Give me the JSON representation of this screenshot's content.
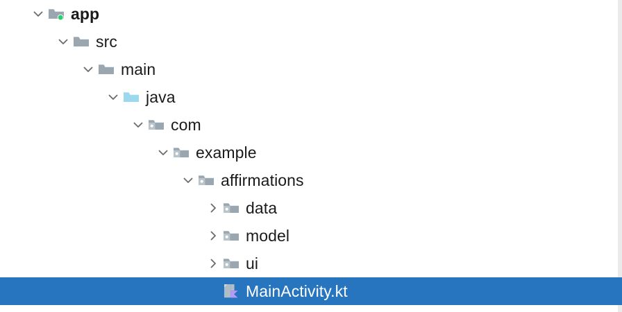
{
  "panel": {
    "name": "project-tree",
    "background_color": "#ffffff",
    "selection_color": "#2675be",
    "selection_text_color": "#ffffff",
    "text_color": "#1a1a1a",
    "chevron_color": "#6e6e6e",
    "folder_color": "#9aa7b0",
    "source_root_color": "#9cd8ee",
    "module_badge_color": "#2ecc71",
    "kotlin_icon_sheet_color": "#aebdc6",
    "kotlin_icon_accent_color": "#b999f7"
  },
  "rows": [
    {
      "label": "app",
      "depth": 0,
      "icon": "module-folder-icon",
      "expander": "chevron-down-icon",
      "expanded": true,
      "bold": true,
      "selected": false,
      "badge": "green-dot-badge"
    },
    {
      "label": "src",
      "depth": 1,
      "icon": "folder-icon",
      "expander": "chevron-down-icon",
      "expanded": true,
      "bold": false,
      "selected": false,
      "badge": ""
    },
    {
      "label": "main",
      "depth": 2,
      "icon": "folder-icon",
      "expander": "chevron-down-icon",
      "expanded": true,
      "bold": false,
      "selected": false,
      "badge": ""
    },
    {
      "label": "java",
      "depth": 3,
      "icon": "source-root-folder-icon",
      "expander": "chevron-down-icon",
      "expanded": true,
      "bold": false,
      "selected": false,
      "badge": ""
    },
    {
      "label": "com",
      "depth": 4,
      "icon": "package-folder-icon",
      "expander": "chevron-down-icon",
      "expanded": true,
      "bold": false,
      "selected": false,
      "badge": ""
    },
    {
      "label": "example",
      "depth": 5,
      "icon": "package-folder-icon",
      "expander": "chevron-down-icon",
      "expanded": true,
      "bold": false,
      "selected": false,
      "badge": ""
    },
    {
      "label": "affirmations",
      "depth": 6,
      "icon": "package-folder-icon",
      "expander": "chevron-down-icon",
      "expanded": true,
      "bold": false,
      "selected": false,
      "badge": ""
    },
    {
      "label": "data",
      "depth": 7,
      "icon": "package-folder-icon",
      "expander": "chevron-right-icon",
      "expanded": false,
      "bold": false,
      "selected": false,
      "badge": ""
    },
    {
      "label": "model",
      "depth": 7,
      "icon": "package-folder-icon",
      "expander": "chevron-right-icon",
      "expanded": false,
      "bold": false,
      "selected": false,
      "badge": ""
    },
    {
      "label": "ui",
      "depth": 7,
      "icon": "package-folder-icon",
      "expander": "chevron-right-icon",
      "expanded": false,
      "bold": false,
      "selected": false,
      "badge": ""
    },
    {
      "label": "MainActivity.kt",
      "depth": 7,
      "icon": "kotlin-file-icon",
      "expander": "none",
      "expanded": false,
      "bold": false,
      "selected": true,
      "badge": ""
    }
  ]
}
